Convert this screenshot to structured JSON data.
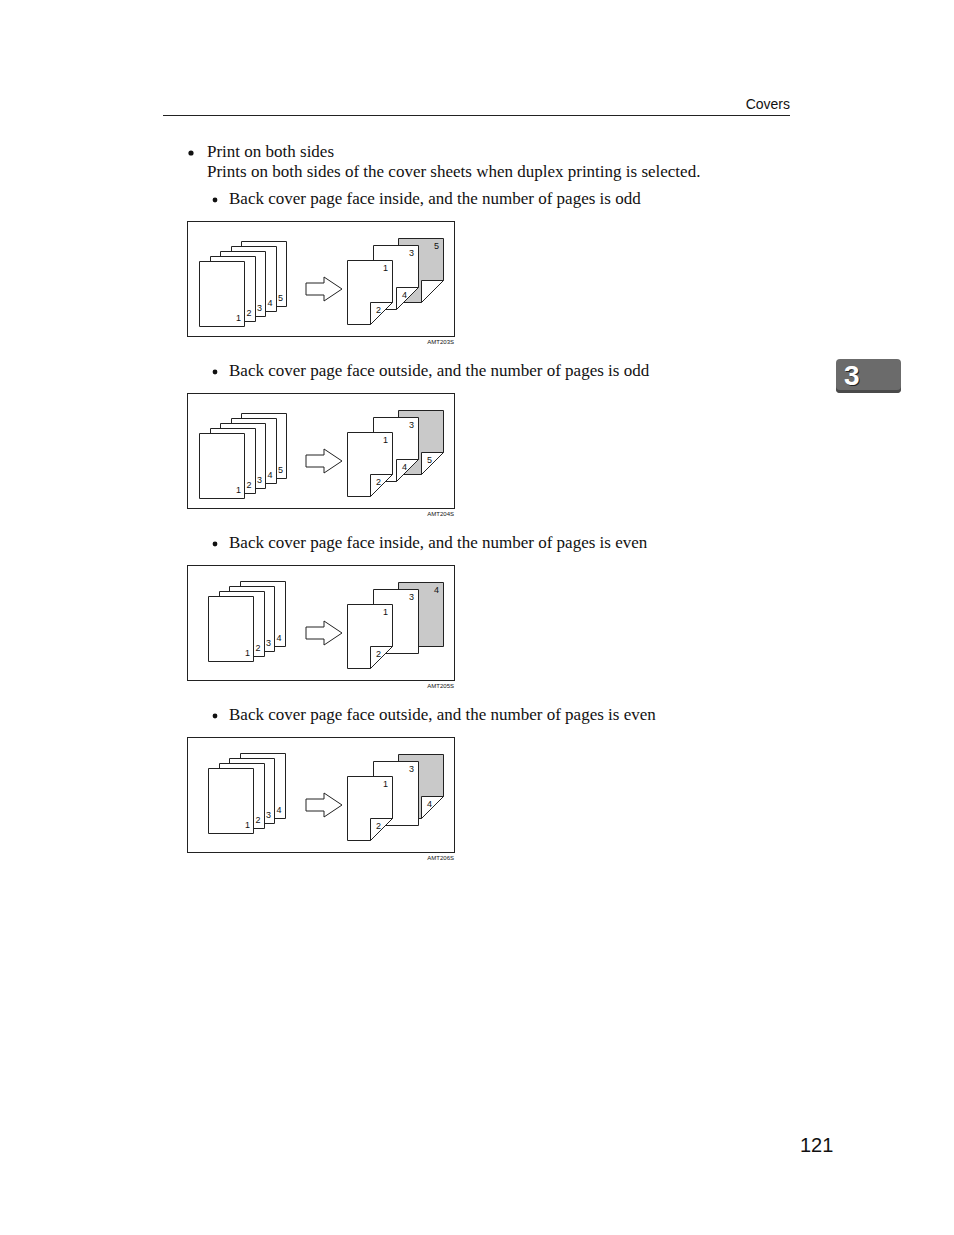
{
  "diagram": {
    "nodes": [
      {
        "text": [
          "1"
        ]
      },
      {
        "text": [
          "2"
        ]
      },
      {
        "text": [
          "3"
        ]
      },
      {
        "text": [
          "4"
        ]
      },
      {
        "text": [
          "5"
        ]
      },
      {
        "text": [
          "1",
          "2"
        ]
      },
      {
        "text": [
          "3",
          "4"
        ]
      },
      {
        "text": [
          "5"
        ]
      },
      {
        "text": [
          "1"
        ]
      },
      {
        "text": [
          "2"
        ]
      },
      {
        "text": [
          "3"
        ]
      },
      {
        "text": [
          "4"
        ]
      },
      {
        "text": [
          "5"
        ]
      },
      {
        "text": [
          "1",
          "2"
        ]
      },
      {
        "text": [
          "3",
          "4"
        ]
      },
      {
        "text": [
          "5"
        ]
      },
      {
        "text": [
          "1"
        ]
      },
      {
        "text": [
          "2"
        ]
      },
      {
        "text": [
          "3"
        ]
      },
      {
        "text": [
          "4"
        ]
      },
      {
        "text": [
          "1",
          "2"
        ]
      },
      {
        "text": [
          "3"
        ]
      },
      {
        "text": [
          "4"
        ]
      },
      {
        "text": [
          "1"
        ]
      },
      {
        "text": [
          "2"
        ]
      },
      {
        "text": [
          "3"
        ]
      },
      {
        "text": [
          "4"
        ]
      },
      {
        "text": [
          "1",
          "2"
        ]
      },
      {
        "text": [
          "3"
        ]
      },
      {
        "text": [
          "4"
        ]
      },
      {
        "text": [
          "3"
        ]
      }
    ],
    "labels": [
      "Covers",
      "Print on both sides",
      "Prints on both sides of the cover sheets when duplex printing is selected.",
      "Back cover page face inside, and the number of pages is odd",
      "AMT203S",
      "Back cover page face outside, and the number of pages is odd",
      "AMT204S",
      "Back cover page face inside, and the number of pages is even",
      "AMT205S",
      "Back cover page face outside, and the number of pages is even",
      "AMT206S",
      "121"
    ]
  }
}
